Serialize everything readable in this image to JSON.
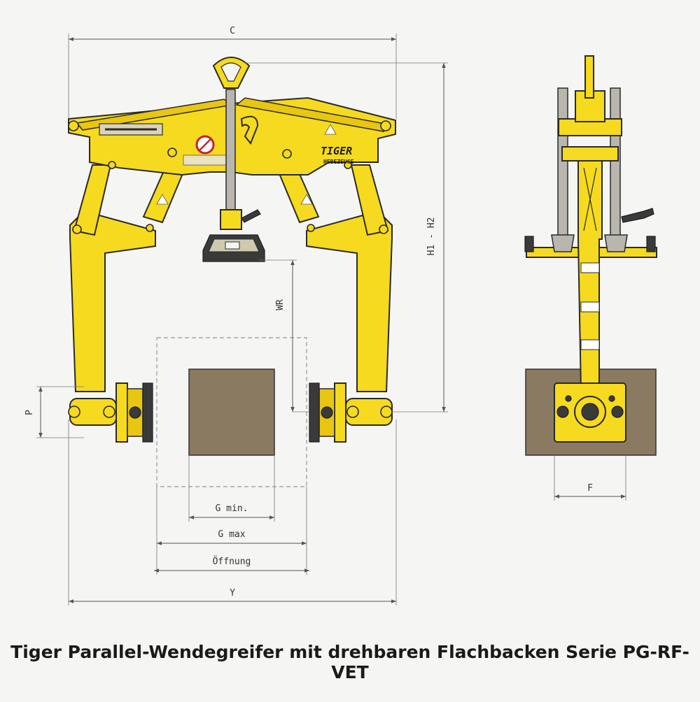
{
  "caption": "Tiger Parallel-Wendegreifer mit drehbaren Flachbacken Serie PG-RF-VET",
  "brand": {
    "name": "TIGER",
    "sub": "HEBEZEUGE"
  },
  "dimensions": {
    "c": "C",
    "h": "H1 - H2",
    "wr": "WR",
    "p": "P",
    "g_min": "G min.",
    "g_max": "G max",
    "opening": "Öffnung",
    "y": "Y",
    "f": "F"
  },
  "colors": {
    "body": "#f5da1f",
    "outline": "#2a2a2a",
    "load": "#8a7a62",
    "background": "#f5f5f4"
  }
}
